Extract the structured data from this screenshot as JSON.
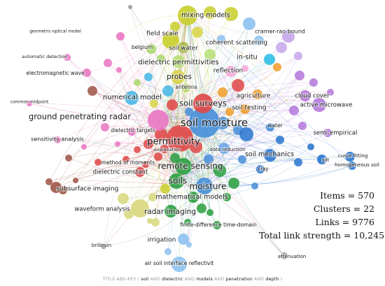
{
  "nodes": [
    {
      "label": "soil moisture",
      "color": "#4a90d9"
    },
    {
      "label": "permittivity",
      "color": "#e04a4a"
    },
    {
      "label": "soil surveys",
      "color": "#e04a4a"
    },
    {
      "label": "remote sensing",
      "color": "#2ea043"
    },
    {
      "label": "soils",
      "color": "#2ea043"
    },
    {
      "label": "moisture",
      "color": "#4a90d9"
    },
    {
      "label": "ground penetrating radar",
      "color": "#e979c4"
    },
    {
      "label": "mixing models",
      "color": "#c9cf2e"
    },
    {
      "label": "field scale",
      "color": "#c9cf2e"
    },
    {
      "label": "soil water",
      "color": "#aab84a"
    },
    {
      "label": "coherent scattering",
      "color": "#8fc2f0"
    },
    {
      "label": "cramer-rao bound",
      "color": "#c7a8ec"
    },
    {
      "label": "geometric-optical model",
      "color": "#e979c4"
    },
    {
      "label": "automatic detection",
      "color": "#e979c4"
    },
    {
      "label": "electromagnetic wave",
      "color": "#e979c4"
    },
    {
      "label": "belgium",
      "color": "#a8d86a"
    },
    {
      "label": "dielectric permittivities",
      "color": "#b8e07a"
    },
    {
      "label": "in-situ",
      "color": "#35c1e6"
    },
    {
      "label": "reflection",
      "color": "#f4a9d8"
    },
    {
      "label": "probes",
      "color": "#d9d54a"
    },
    {
      "label": "antenna",
      "color": "#b5d86a"
    },
    {
      "label": "numerical model",
      "color": "#4bb8e6"
    },
    {
      "label": "agriculture",
      "color": "#f0a030"
    },
    {
      "label": "cloud cover",
      "color": "#b57bdc"
    },
    {
      "label": "active microwave",
      "color": "#b57bdc"
    },
    {
      "label": "soil testing",
      "color": "#f0a030"
    },
    {
      "label": "common midpoint",
      "color": "#e979c4"
    },
    {
      "label": "dielectric targets",
      "color": "#e979c4"
    },
    {
      "label": "water",
      "color": "#4a90d9"
    },
    {
      "label": "semi-empirical",
      "color": "#b57bdc"
    },
    {
      "label": "sensitivity analysis",
      "color": "#e979c4"
    },
    {
      "label": "explanation",
      "color": "#e04a4a"
    },
    {
      "label": "data reduction",
      "color": "#6fa8e8"
    },
    {
      "label": "soil mechanics",
      "color": "#2f78d0"
    },
    {
      "label": "curve fitting",
      "color": "#2f78d0"
    },
    {
      "label": "silt",
      "color": "#2f78d0"
    },
    {
      "label": "homogeneous soil",
      "color": "#2f78d0"
    },
    {
      "label": "method of moments",
      "color": "#e04a4a"
    },
    {
      "label": "clay",
      "color": "#2f78d0"
    },
    {
      "label": "dielectric constant",
      "color": "#e04a4a"
    },
    {
      "label": "subsurface imaging",
      "color": "#a0574a"
    },
    {
      "label": "mathematical models",
      "color": "#2ea043"
    },
    {
      "label": "waveform analysis",
      "color": "#d8d880"
    },
    {
      "label": "radar imaging",
      "color": "#2ea043"
    },
    {
      "label": "finite-difference time-domain",
      "color": "#2ea043"
    },
    {
      "label": "irrigation",
      "color": "#8fc2f0"
    },
    {
      "label": "brillouin",
      "color": "#999999"
    },
    {
      "label": "air soil interface reflectivit",
      "color": "#8fc2f0"
    },
    {
      "label": "attenuation",
      "color": "#999999"
    }
  ],
  "stats": {
    "items": "Items = 570",
    "clusters": "Clusters = 22",
    "links": "Links = 9776",
    "strength": "Total link strength = 10,245"
  },
  "query": {
    "prefix": "TITLE-ABS-KEY (",
    "t1": "soil",
    "op1": "AND",
    "t2": "dielectric",
    "op2": "AND",
    "t3": "models",
    "op3": "AND",
    "t4": "penetration",
    "op4": "AND",
    "t5": "depth",
    "suffix": ")"
  }
}
